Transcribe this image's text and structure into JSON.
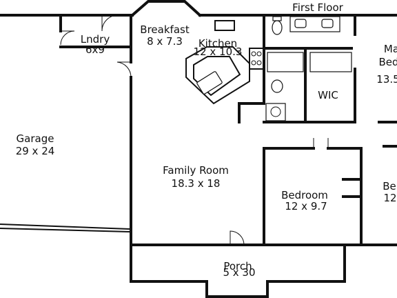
{
  "plan": {
    "title": "First Floor",
    "rooms": {
      "laundry": {
        "name": "Lndry",
        "dims": "6x9"
      },
      "breakfast": {
        "name": "Breakfast",
        "dims": "8 x 7.3"
      },
      "kitchen": {
        "name": "Kitchen",
        "dims": "12 x 10.3"
      },
      "master": {
        "name": "Ma",
        "dims": "13.5",
        "name2": "Bed"
      },
      "wic": {
        "name": "WIC"
      },
      "garage": {
        "name": "Garage",
        "dims": "29 x 24"
      },
      "family": {
        "name": "Family Room",
        "dims": "18.3 x 18"
      },
      "bedroom": {
        "name": "Bedroom",
        "dims": "12 x 9.7"
      },
      "bedroom2": {
        "name": "Be",
        "dims": "12"
      },
      "porch": {
        "name": "Porch",
        "dims": "5 x 30"
      }
    }
  }
}
